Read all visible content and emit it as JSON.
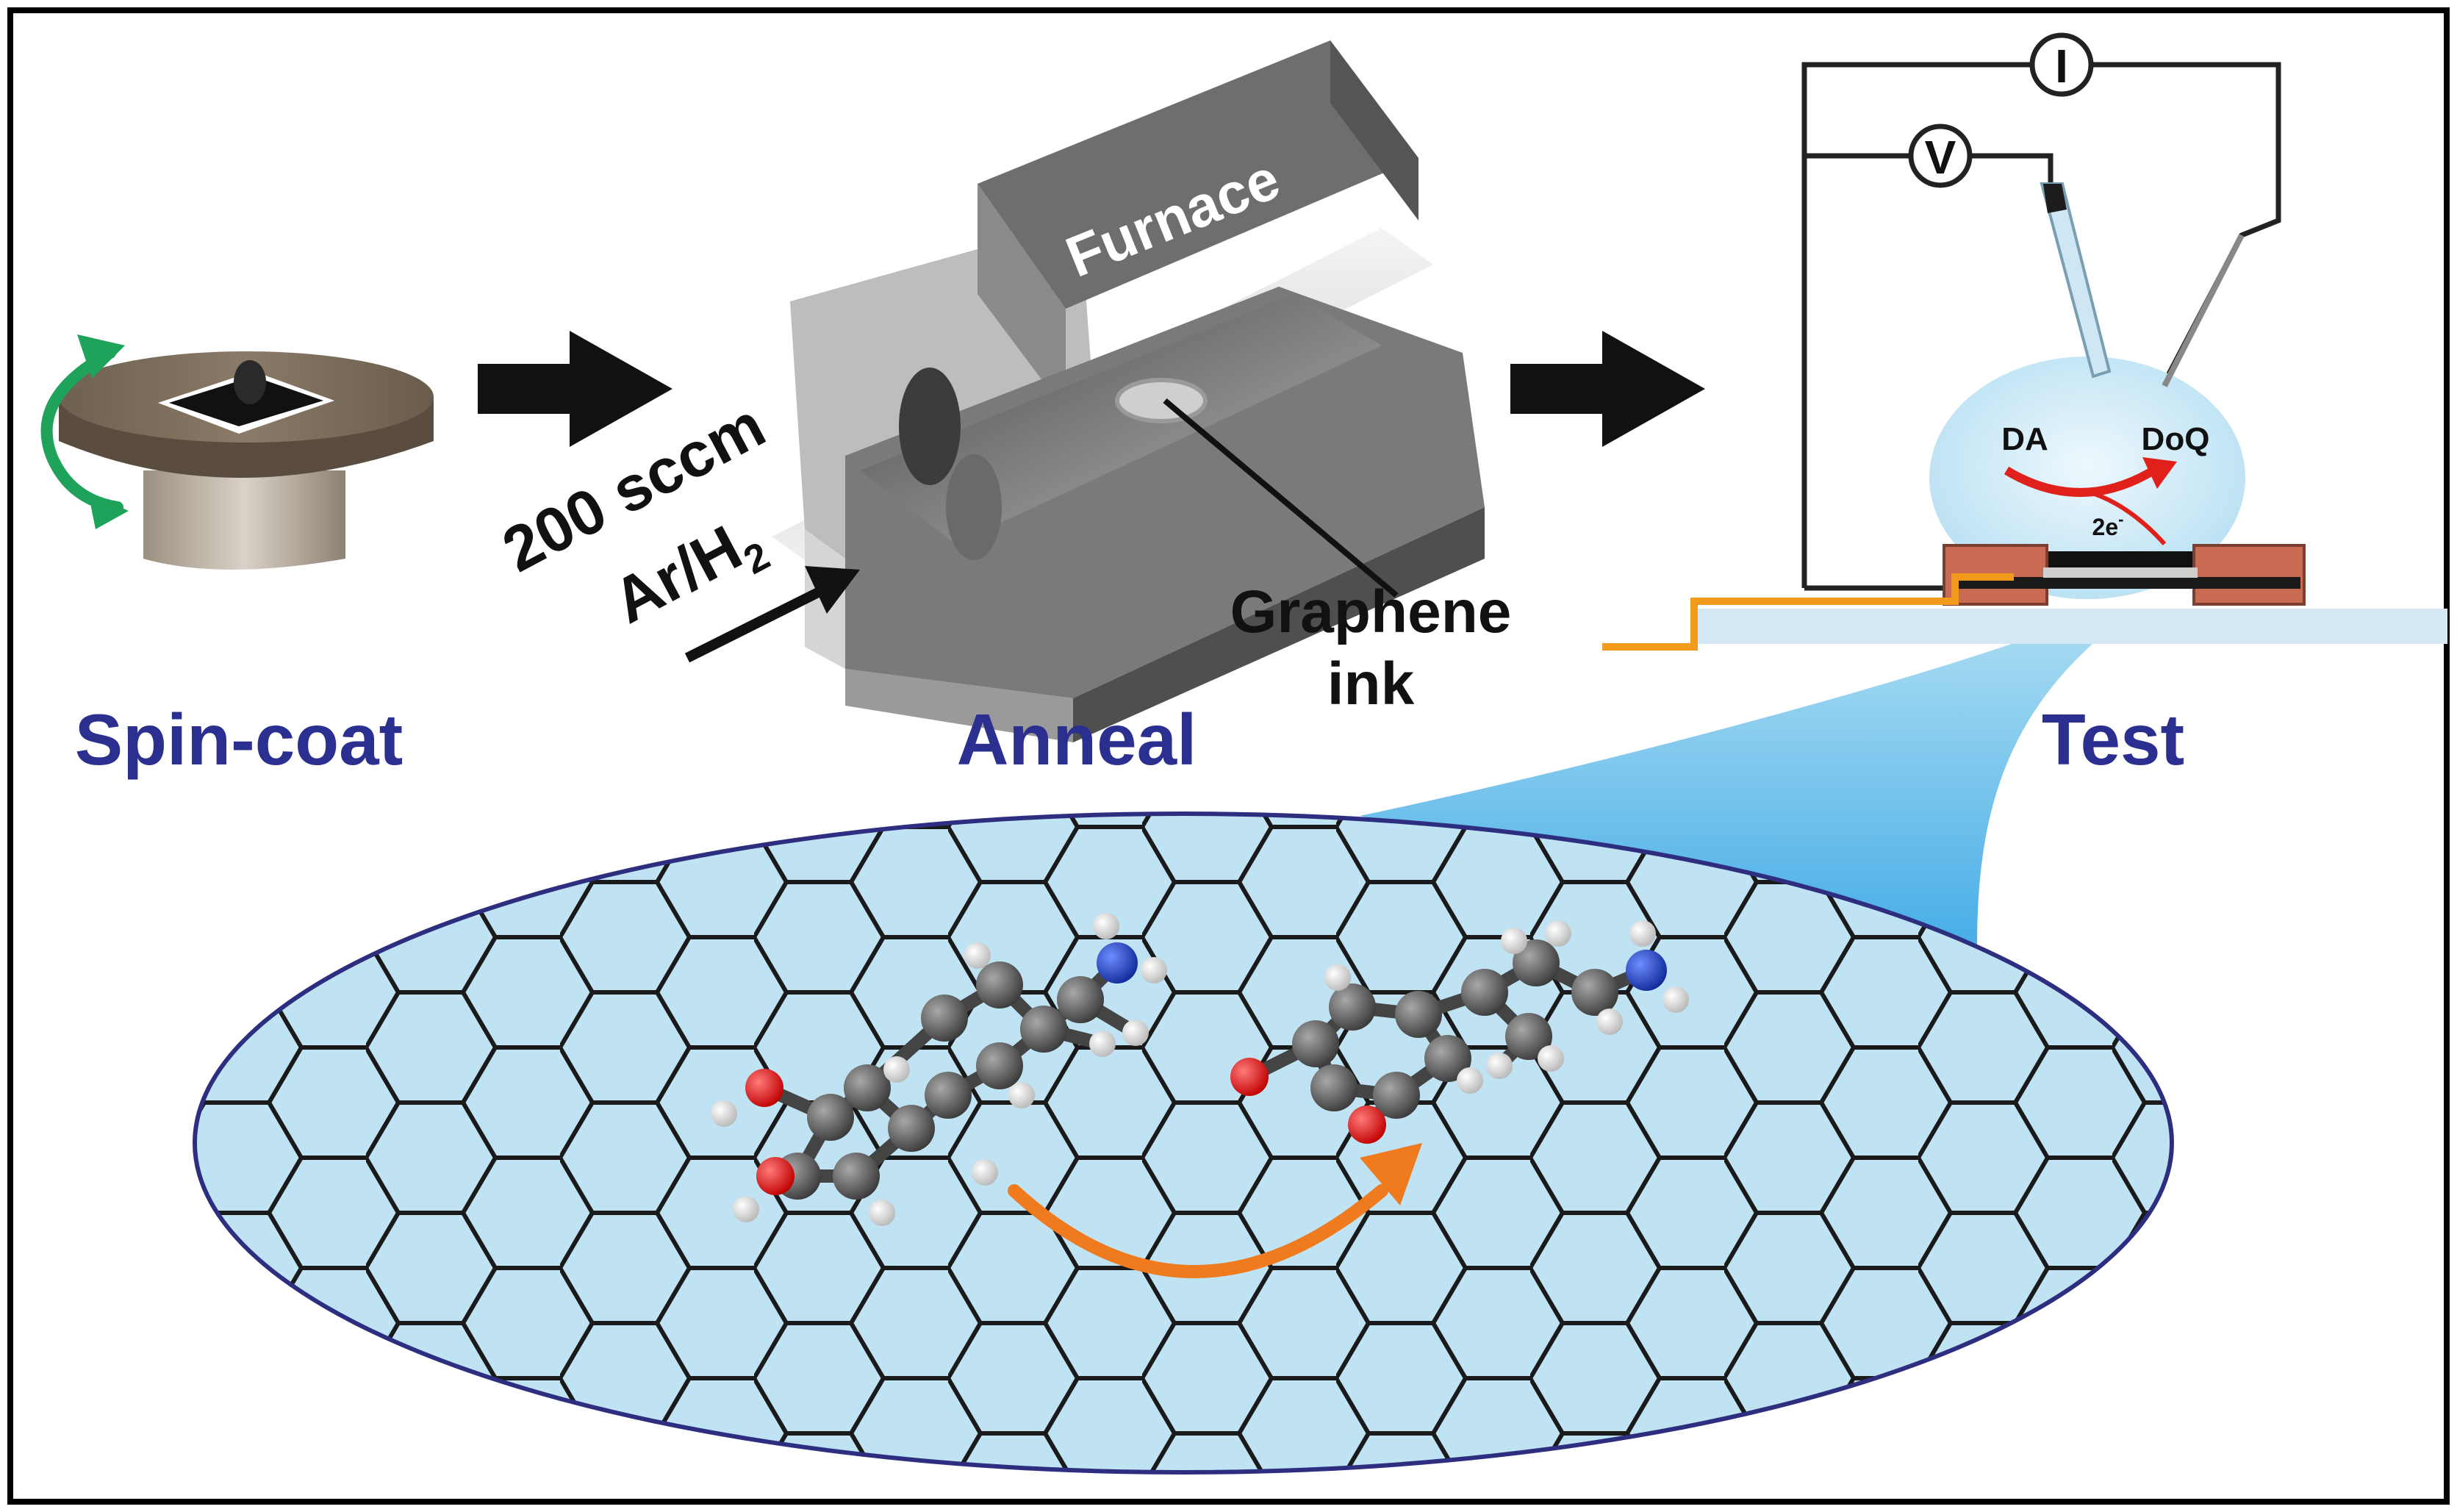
{
  "steps": {
    "spin": "Spin-coat",
    "anneal": "Anneal",
    "test": "Test"
  },
  "anneal": {
    "furnace": "Furnace",
    "flow_rate": "200 sccm",
    "gas_main": "Ar/H",
    "gas_sub": "2",
    "ink_line1": "Graphene",
    "ink_line2": "ink"
  },
  "test": {
    "current_meter": "I",
    "voltage_meter": "V",
    "reactant": "DA",
    "product": "DoQ",
    "electrons": "2e",
    "electron_sup": "-"
  },
  "colors": {
    "step_label": "#2b2f8f",
    "graphene_fill": "#bfe3f3",
    "graphene_edge": "#2e2e80",
    "transfer_arrow": "#f07a1e",
    "reaction_arrow": "#e0201a",
    "electrode": "#c96a52",
    "oxygen": "#e01a1a",
    "nitrogen": "#1d3fb0",
    "carbon": "#555555",
    "hydrogen": "#e4e4e4"
  }
}
